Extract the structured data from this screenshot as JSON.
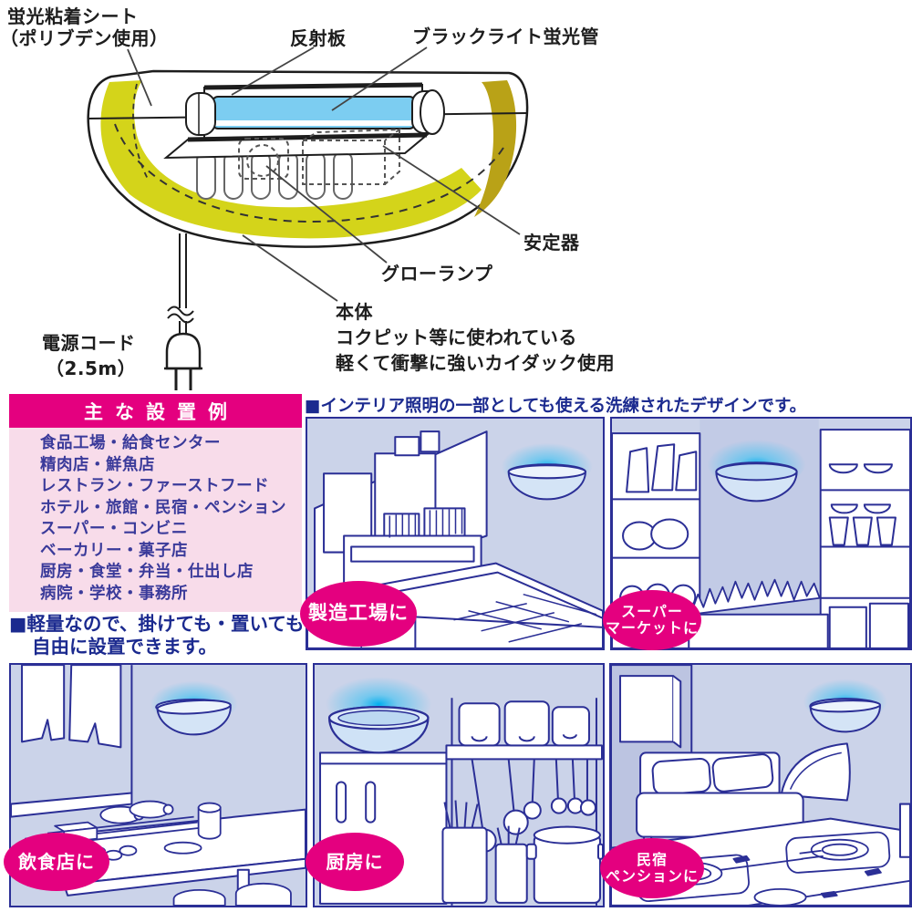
{
  "diagram": {
    "labels": {
      "adhesive_sheet_line1": "蛍光粘着シート",
      "adhesive_sheet_line2": "（ポリブデン使用）",
      "reflector": "反射板",
      "blacklight_tube": "ブラックライト蛍光管",
      "ballast": "安定器",
      "glow_lamp": "グローランプ",
      "body": "本体",
      "body_note_line1": "コクピット等に使われている",
      "body_note_line2": "軽くて衝撃に強いカイダック使用",
      "power_cord": "電源コード",
      "power_cord_length": "（2.5m）"
    }
  },
  "installation": {
    "title": "主な設置例",
    "items": [
      "食品工場・給食センター",
      "精肉店・鮮魚店",
      "レストラン・ファーストフード",
      "ホテル・旅館・民宿・ペンション",
      "スーパー・コンビニ",
      "ベーカリー・菓子店",
      "厨房・食堂・弁当・仕出し店",
      "病院・学校・事務所"
    ]
  },
  "headings": {
    "interior": "■インテリア照明の一部としても使える洗練されたデザインです。",
    "lightweight_line1": "■軽量なので、掛けても・置いても",
    "lightweight_line2": "自由に設置できます。"
  },
  "panels": [
    {
      "name": "factory",
      "label_line1": "製造工場に",
      "label_line2": ""
    },
    {
      "name": "supermarket",
      "label_line1": "スーパー",
      "label_line2": "マーケットに"
    },
    {
      "name": "restaurant",
      "label_line1": "飲食店に",
      "label_line2": ""
    },
    {
      "name": "kitchen",
      "label_line1": "厨房に",
      "label_line2": ""
    },
    {
      "name": "guesthouse",
      "label_line1": "民宿",
      "label_line2": "ペンションに"
    }
  ],
  "colors": {
    "accent_pink": "#e4007f",
    "light_pink": "#f8dcea",
    "list_navy": "#3a3a9a",
    "heading_blue": "#1b2a8f",
    "panel_bg": "#cbd3e9",
    "line_navy": "#2b2f96",
    "sheet_yellow": "#d4d41a",
    "sheet_olive": "#b9a217",
    "tube_blue": "#7ccdf1",
    "glow_cyan": "#00aeef"
  }
}
